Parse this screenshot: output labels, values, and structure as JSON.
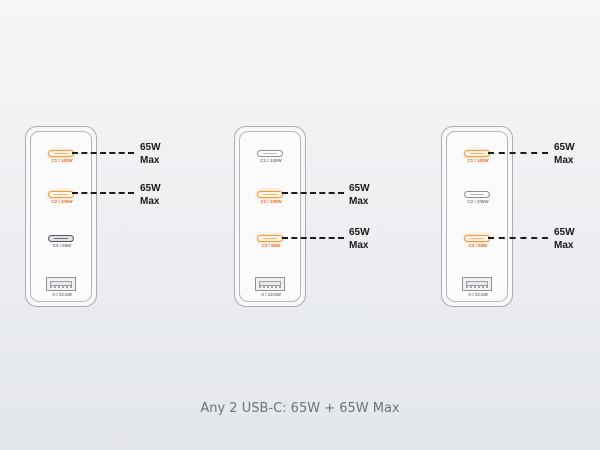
{
  "caption": "Any 2 USB-C: 65W + 65W Max",
  "colors": {
    "active_port": "#f39a3c",
    "active_label": "#ee6a1f",
    "inactive": "#8d9197",
    "line": "#1b1b1b"
  },
  "chargers": [
    {
      "ports": [
        {
          "label": "C1 / 140W",
          "state": "active"
        },
        {
          "label": "C2 / 100W",
          "state": "active"
        },
        {
          "label": "C3 / 65W",
          "state": "dark"
        }
      ],
      "usb_a_label": "A / 22.5W",
      "callouts": [
        {
          "watts": "65W",
          "max": "Max"
        },
        {
          "watts": "65W",
          "max": "Max"
        }
      ]
    },
    {
      "ports": [
        {
          "label": "C1 / 140W",
          "state": "inactive"
        },
        {
          "label": "C2 / 100W",
          "state": "active"
        },
        {
          "label": "C3 / 65W",
          "state": "active"
        }
      ],
      "usb_a_label": "A / 22.5W",
      "callouts": [
        {
          "watts": "65W",
          "max": "Max"
        },
        {
          "watts": "65W",
          "max": "Max"
        }
      ]
    },
    {
      "ports": [
        {
          "label": "C1 / 140W",
          "state": "active"
        },
        {
          "label": "C2 / 100W",
          "state": "inactive"
        },
        {
          "label": "C3 / 65W",
          "state": "active"
        }
      ],
      "usb_a_label": "A / 22.5W",
      "callouts": [
        {
          "watts": "65W",
          "max": "Max"
        },
        {
          "watts": "65W",
          "max": "Max"
        }
      ]
    }
  ]
}
